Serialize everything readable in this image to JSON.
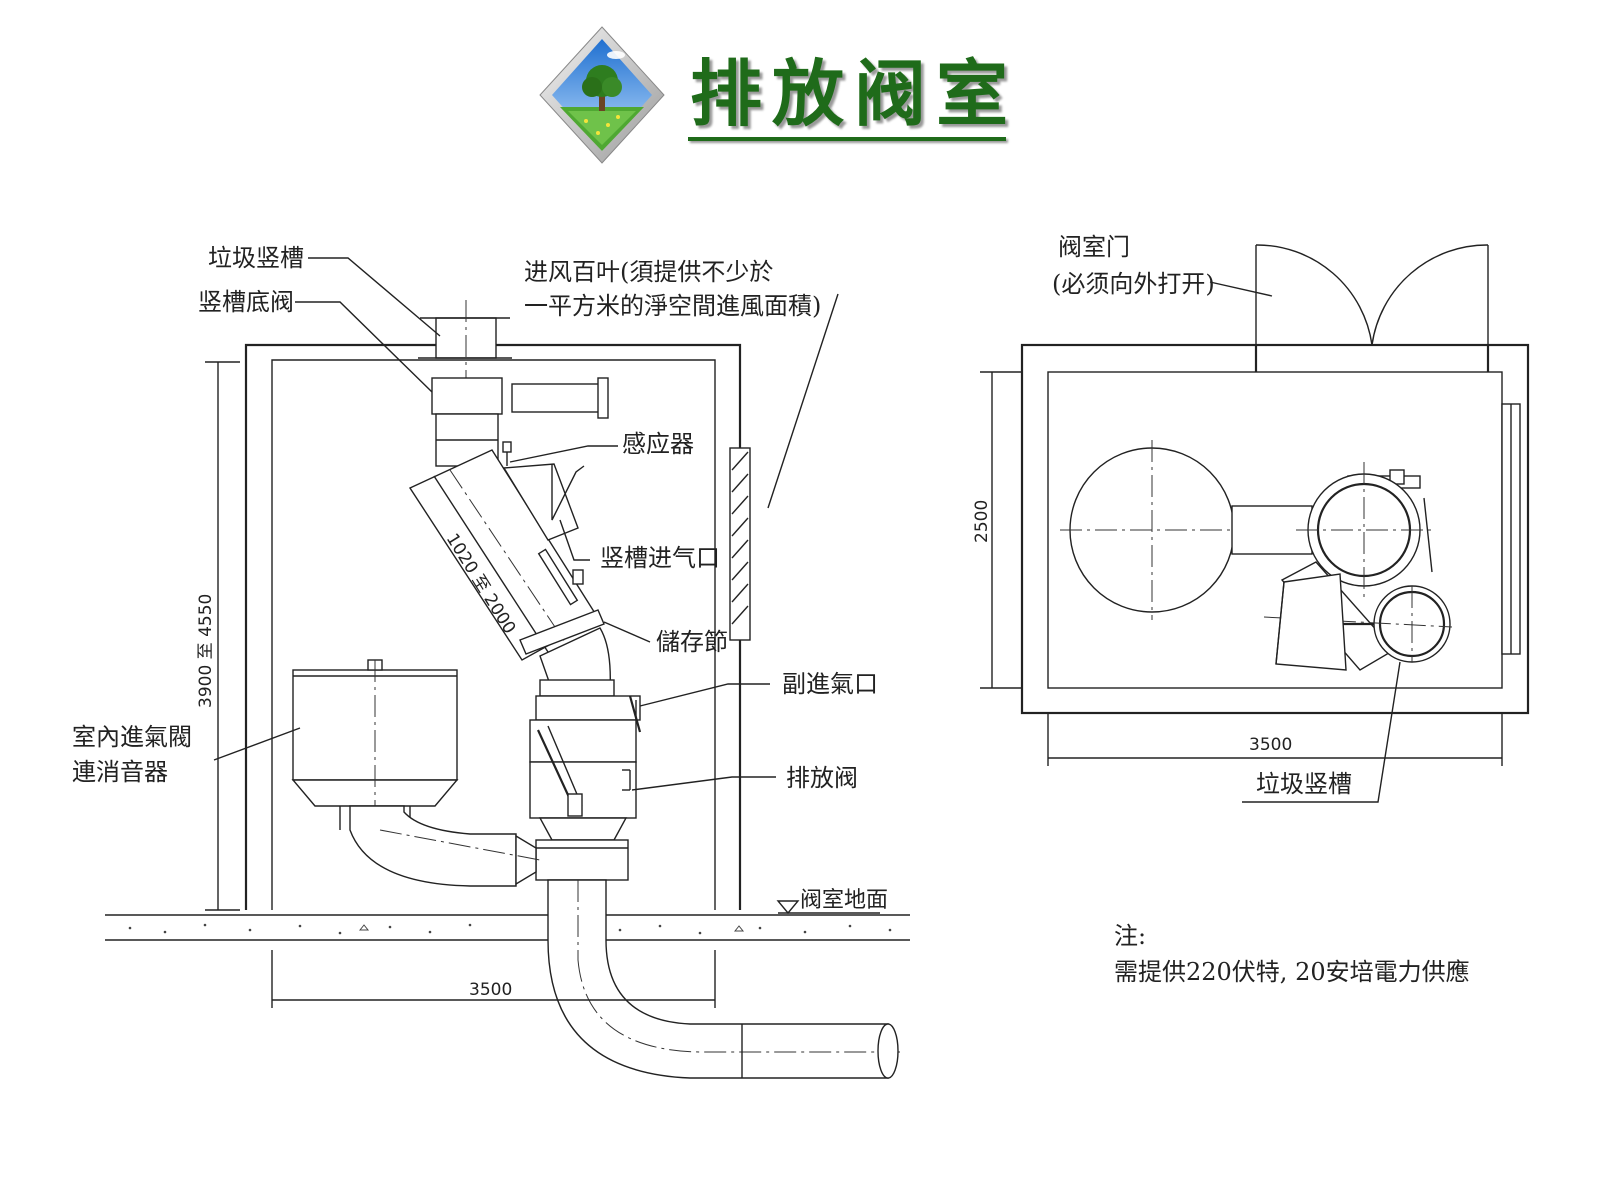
{
  "title": "排放阀室",
  "logo_icon": "tree-landscape-logo-icon",
  "colors": {
    "title": "#1f6b1a",
    "lines": "#222222"
  },
  "elevation": {
    "labels": {
      "garbage_chute": "垃圾竖槽",
      "chute_bottom_valve": "竖槽底阀",
      "louver_line1": "进风百叶(須提供不少於",
      "louver_line2": "一平方米的淨空間進風面積)",
      "sensor": "感应器",
      "chute_air_inlet": "竖槽进气口",
      "storage_section": "儲存節",
      "secondary_air_inlet": "副進氣口",
      "discharge_valve": "排放阀",
      "indoor_intake_line1": "室內進氣閥",
      "indoor_intake_line2": "連消音器",
      "room_floor": "阀室地面"
    },
    "dims": {
      "height": "3900 至 4550",
      "storage_length": "1020 至 2000",
      "width": "3500"
    }
  },
  "plan": {
    "labels": {
      "room_door_line1": "阀室门",
      "room_door_line2": "(必须向外打开)",
      "garbage_chute": "垃圾竖槽"
    },
    "dims": {
      "height": "2500",
      "width": "3500"
    }
  },
  "note": {
    "heading": "注:",
    "text": "需提供220伏特, 20安培電力供應"
  }
}
